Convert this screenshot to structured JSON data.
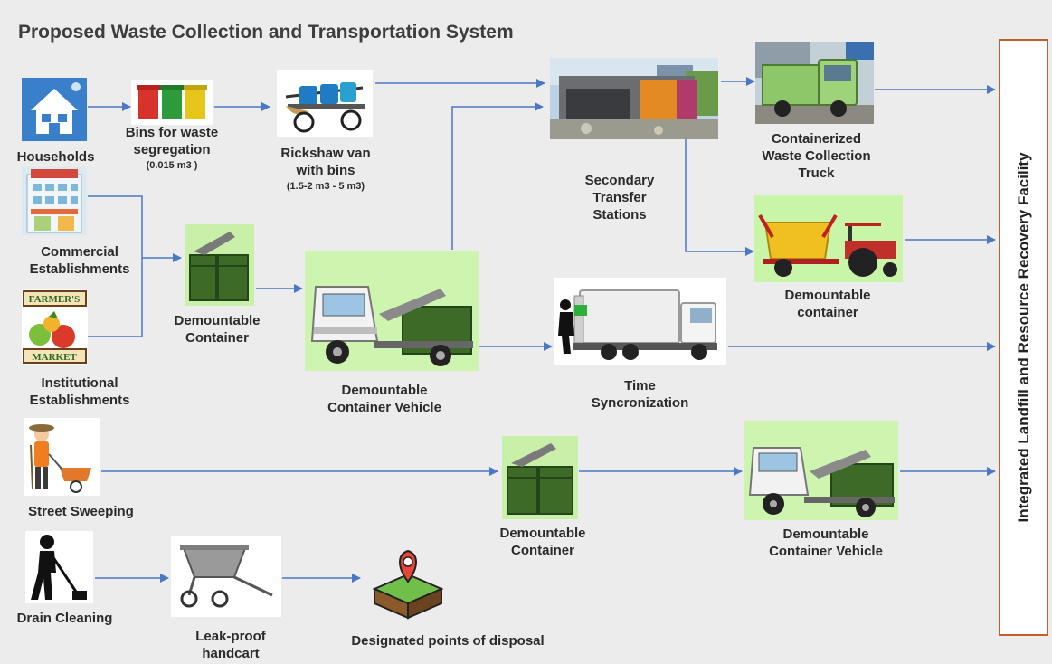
{
  "title": "Proposed Waste Collection and Transportation System",
  "facility": "Integrated Landfill and Resource Recovery Facility",
  "sources": {
    "households": "Households",
    "commercial_1": "Commercial",
    "commercial_2": "Establishments",
    "institutional_1": "Institutional",
    "institutional_2": "Establishments",
    "street_sweeping": "Street Sweeping",
    "drain_cleaning": "Drain Cleaning"
  },
  "bins": {
    "line1": "Bins for waste",
    "line2": "segregation",
    "capacity": "(0.015 m3 )"
  },
  "rickshaw": {
    "line1": "Rickshaw van",
    "line2": "with bins",
    "capacity": "(1.5-2 m3 - 5 m3)"
  },
  "transfer_station": {
    "line1": "Secondary",
    "line2": "Transfer",
    "line3": "Stations"
  },
  "truck": {
    "line1": "Containerized",
    "line2": "Waste Collection",
    "line3": "Truck"
  },
  "tractor_container": {
    "line1": "Demountable",
    "line2": "container"
  },
  "container_1": {
    "line1": "Demountable",
    "line2": "Container"
  },
  "container_vehicle_1": {
    "line1": "Demountable",
    "line2": "Container Vehicle"
  },
  "time_sync": {
    "line1": "Time",
    "line2": "Syncronization"
  },
  "container_2": {
    "line1": "Demountable",
    "line2": "Container"
  },
  "container_vehicle_2": {
    "line1": "Demountable",
    "line2": "Container Vehicle"
  },
  "handcart": {
    "line1": "Leak-proof",
    "line2": "handcart"
  },
  "disposal": "Designated points of disposal",
  "market_sign": {
    "line1": "FARMER'S",
    "line2": "MARKET"
  },
  "colors": {
    "arrow": "#4a78c4",
    "facility_border": "#c0602a",
    "background": "#ececec"
  }
}
